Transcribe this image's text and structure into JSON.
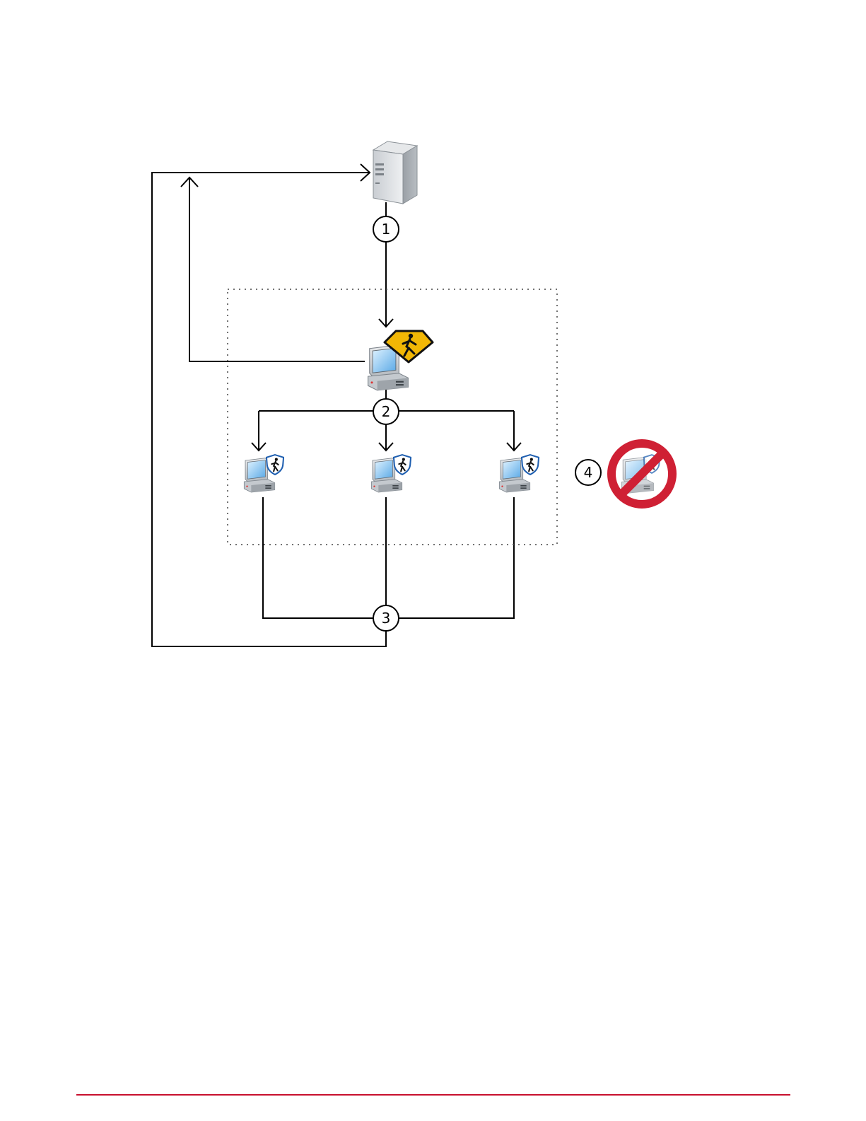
{
  "diagram": {
    "steps": [
      {
        "label": "1"
      },
      {
        "label": "2"
      },
      {
        "label": "3"
      },
      {
        "label": "4"
      }
    ],
    "nodes": {
      "server": {
        "icon": "server-tower-icon"
      },
      "gateway": {
        "icon": "computer-with-gold-badge-icon"
      },
      "clients": [
        {
          "icon": "computer-with-shield-icon"
        },
        {
          "icon": "computer-with-shield-icon"
        },
        {
          "icon": "computer-with-shield-icon"
        }
      ],
      "blocked": {
        "icon": "blocked-computer-icon"
      }
    },
    "colors": {
      "line": "#000000",
      "badge_gold": "#f2b705",
      "shield_blue": "#1f5fb0",
      "prohibit_red": "#cf2034",
      "footer_rule": "#c8102e"
    }
  }
}
